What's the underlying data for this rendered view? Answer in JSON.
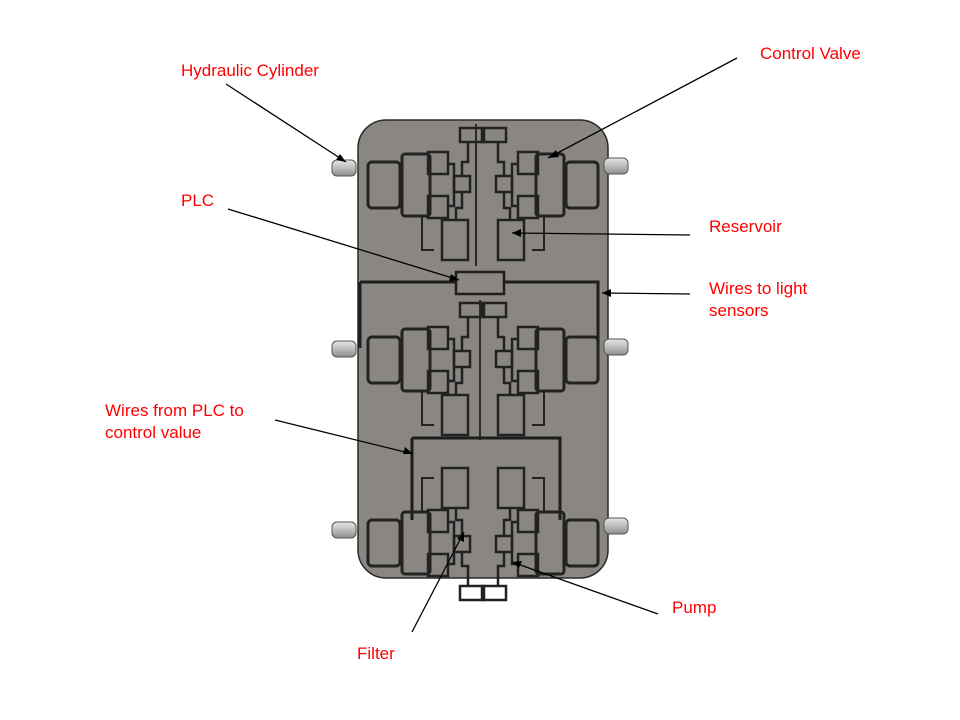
{
  "labels": {
    "hydraulic_cylinder": "Hydraulic Cylinder",
    "control_valve": "Control Valve",
    "plc": "PLC",
    "reservoir": "Reservoir",
    "wires_light": "Wires to light\nsensors",
    "wires_plc": "Wires from PLC to\ncontrol value",
    "pump": "Pump",
    "filter": "Filter"
  },
  "colors": {
    "label": "#ff0000",
    "plate": "#8a8783",
    "outline": "#2a2a2a",
    "leader": "#000000"
  }
}
